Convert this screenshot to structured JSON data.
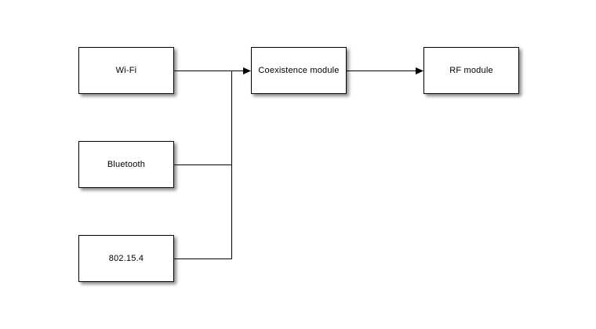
{
  "diagram": {
    "type": "block-diagram",
    "nodes": [
      {
        "id": "wifi",
        "label": "Wi-Fi"
      },
      {
        "id": "bluetooth",
        "label": "Bluetooth"
      },
      {
        "id": "zigbee",
        "label": "802.15.4"
      },
      {
        "id": "coexistence",
        "label": "Coexistence module"
      },
      {
        "id": "rf",
        "label": "RF module"
      }
    ],
    "edges": [
      {
        "from": "Wi-Fi",
        "to": "Coexistence module",
        "arrow": true
      },
      {
        "from": "Bluetooth",
        "to": "Coexistence module",
        "arrow": true
      },
      {
        "from": "802.15.4",
        "to": "Coexistence module",
        "arrow": true
      },
      {
        "from": "Coexistence module",
        "to": "RF module",
        "arrow": true
      }
    ],
    "colors": {
      "background": "#ffffff",
      "node_fill": "#ffffff",
      "node_border": "#000000",
      "connector": "#000000",
      "shadow_rgba": "rgba(0,0,0,0.45)"
    }
  }
}
